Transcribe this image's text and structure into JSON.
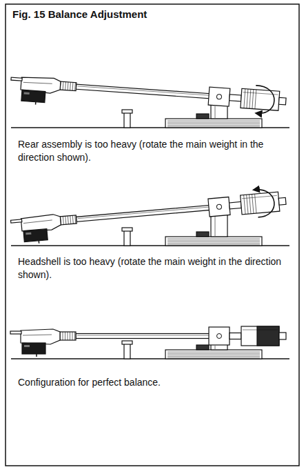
{
  "diagram": {
    "title": "Fig. 15 Balance Adjustment",
    "labels": [
      "Rear assembly is too heavy (rotate the main weight in the direction shown).",
      "Headshell is too heavy (rotate the main weight in the direction shown).",
      "Configuration for perfect balance."
    ]
  }
}
